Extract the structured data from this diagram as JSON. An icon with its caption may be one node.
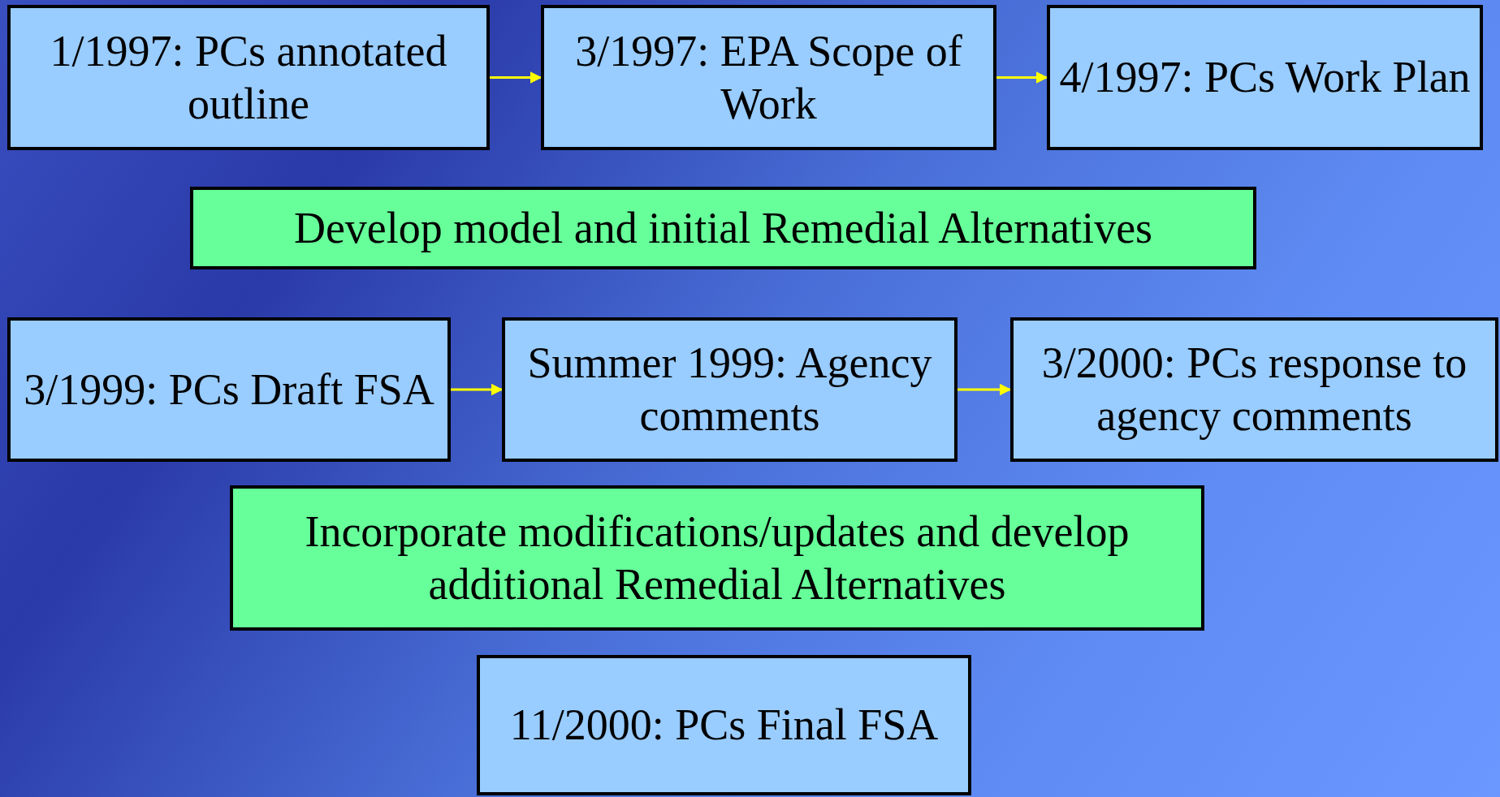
{
  "diagram": {
    "nodes": [
      {
        "text": [
          "1/1997: PCs annotated outline"
        ]
      },
      {
        "text": [
          "3/1997: EPA Scope of Work"
        ]
      },
      {
        "text": [
          "4/1997: PCs Work Plan"
        ]
      },
      {
        "text": [
          "Develop model and initial Remedial Alternatives"
        ]
      },
      {
        "text": [
          "3/1999: PCs Draft FSA"
        ]
      },
      {
        "text": [
          "Summer 1999: Agency comments"
        ]
      },
      {
        "text": [
          "3/2000: PCs response to agency comments"
        ]
      },
      {
        "text": [
          "Incorporate modifications/updates and develop additional Remedial Alternatives"
        ]
      },
      {
        "text": [
          "11/2000: PCs Final FSA"
        ]
      }
    ],
    "edges": [
      {
        "from": 0,
        "to": 1,
        "arrow": "to"
      },
      {
        "from": 1,
        "to": 2,
        "arrow": "to"
      },
      {
        "from": 4,
        "to": 5,
        "arrow": "to"
      },
      {
        "from": 5,
        "to": 6,
        "arrow": "to"
      }
    ]
  }
}
